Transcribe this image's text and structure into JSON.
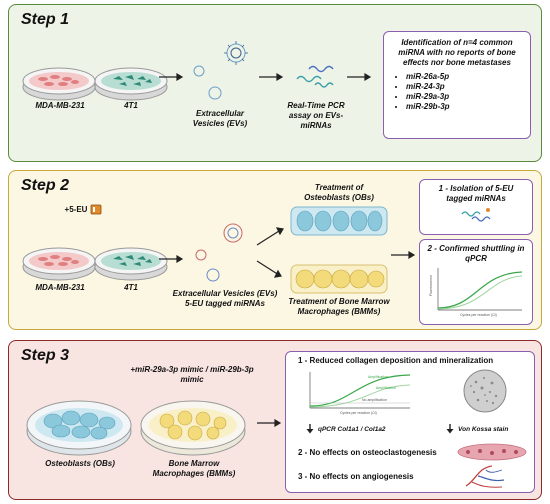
{
  "step1": {
    "title": "Step 1",
    "dish1_label": "MDA-MB-231",
    "dish2_label": "4T1",
    "ev_label": "Extracellular Vesicles (EVs)",
    "pcr_label": "Real-Time PCR assay on EVs-miRNAs",
    "box_title": "Identification of n=4 common miRNA with no reports of bone effects nor bone metastases",
    "mirnas": [
      "miR-26a-5p",
      "miR-24-3p",
      "miR-29a-3p",
      "miR-29b-3p"
    ]
  },
  "step2": {
    "title": "Step 2",
    "eu_label": "+5-EU",
    "dish1_label": "MDA-MB-231",
    "dish2_label": "4T1",
    "ev_label": "Extracellular Vesicles (EVs) 5-EU tagged miRNAs",
    "ob_label": "Treatment of Osteoblasts (OBs)",
    "bmm_label": "Treatment of Bone Marrow Macrophages (BMMs)",
    "box1_title": "1 - Isolation of 5-EU tagged miRNAs",
    "box2_title": "2 - Confirmed shuttling in qPCR",
    "chart_ylabel": "Fluorescence",
    "chart_xlabel": "Cycles per reaction (Ct)"
  },
  "step3": {
    "title": "Step 3",
    "mimic_label": "+miR-29a-3p mimic / miR-29b-3p mimic",
    "ob_label": "Osteoblasts (OBs)",
    "bmm_label": "Bone Marrow Macrophages (BMMs)",
    "result1_title": "1 - Reduced collagen deposition and mineralization",
    "amp1": "Amplification",
    "amp2": "Amplification",
    "noamp": "No amplification",
    "chart_xlabel": "Cycles per reaction (Ct)",
    "qpcr_label": "qPCR Col1a1 / Col1a2",
    "vonkossa_label": "Von Kossa stain",
    "result2_title": "2 - No effects on osteoclastogenesis",
    "result3_title": "3 - No effects on angiogenesis"
  },
  "colors": {
    "step1_bg": "#edf3e6",
    "step1_border": "#5a8a3c",
    "step2_bg": "#fbf7e3",
    "step2_border": "#c9a83a",
    "step3_bg": "#f8e5e2",
    "step3_border": "#8c2a2a",
    "box_border": "#8a5fb0",
    "mda_cells": "#e79a9a",
    "t41_cells": "#2e8a78",
    "osteoblast": "#8cc8dc",
    "macrophage": "#f3da7a",
    "curve_green": "#3aa84a"
  }
}
